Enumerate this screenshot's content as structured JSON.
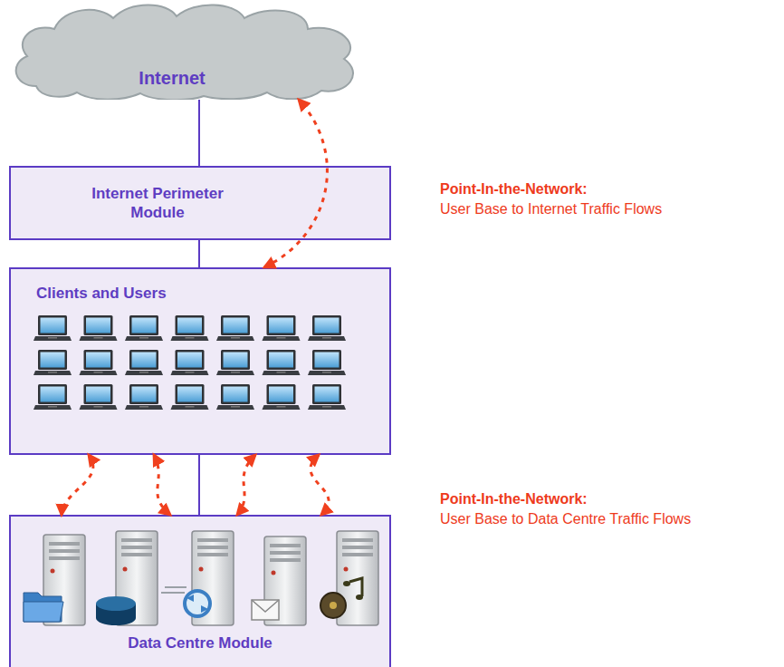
{
  "diagram": {
    "nodes": [
      {
        "text": [
          "Internet"
        ]
      },
      {
        "text": [
          "Internet Perimeter Module"
        ]
      },
      {
        "text": [
          "Clients and Users"
        ]
      },
      {
        "text": [
          "Data Centre Module"
        ]
      }
    ],
    "edges": [
      {
        "from": 0,
        "to": 1,
        "arrow": "none"
      },
      {
        "from": 1,
        "to": 2,
        "arrow": "none"
      },
      {
        "from": 2,
        "to": 3,
        "arrow": "none"
      },
      {
        "from": 2,
        "to": 0,
        "arrow": "both"
      },
      {
        "from": 2,
        "to": 3,
        "arrow": "both"
      },
      {
        "from": 2,
        "to": 3,
        "arrow": "both"
      },
      {
        "from": 2,
        "to": 3,
        "arrow": "both"
      },
      {
        "from": 2,
        "to": 3,
        "arrow": "both"
      }
    ],
    "labels": [
      "Point-In-the-Network:",
      "User Base to Internet Traffic Flows",
      "Point-In-the-Network:",
      "User Base to Data Centre Traffic Flows"
    ]
  }
}
